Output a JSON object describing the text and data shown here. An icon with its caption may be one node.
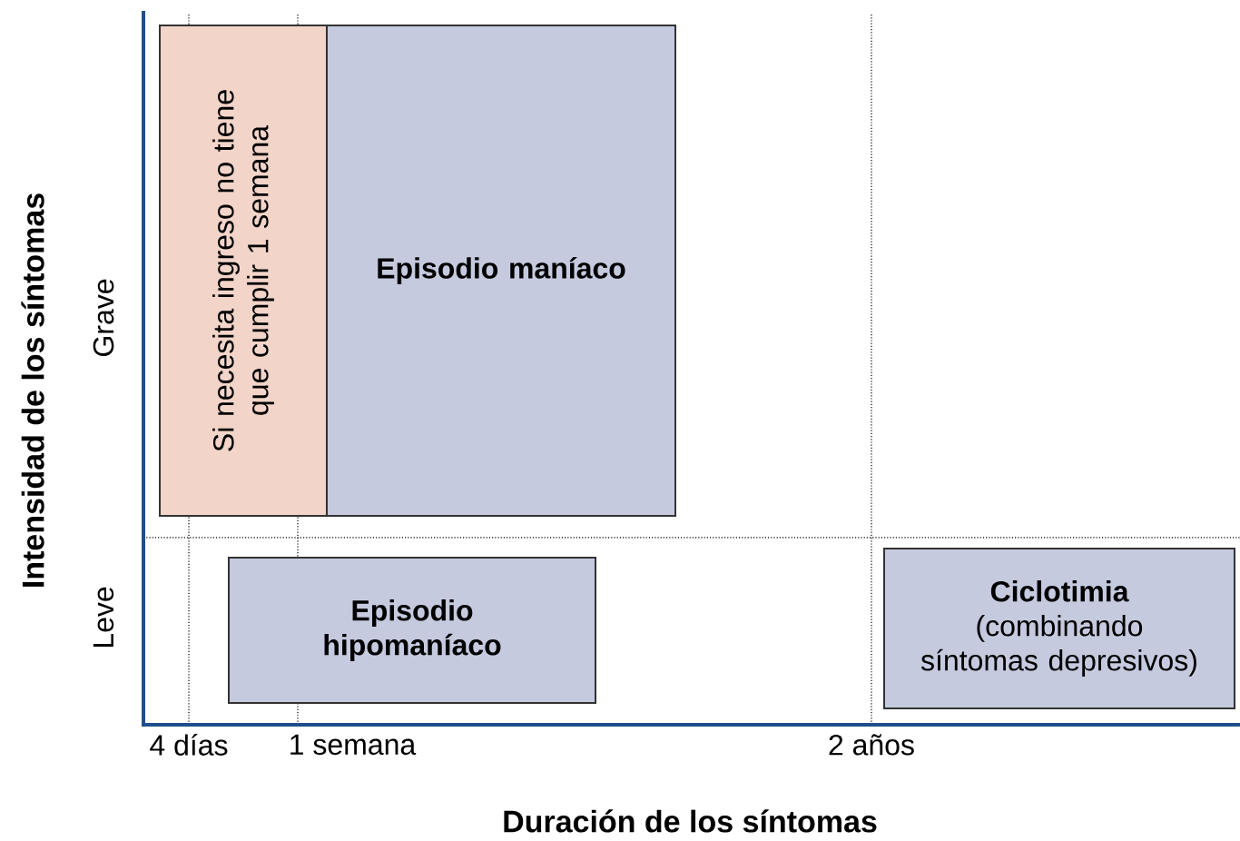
{
  "diagram": {
    "nodes": [
      {
        "text": [
          "Si necesita ingreso no tiene que cumplir 1 semana"
        ]
      },
      {
        "text": [
          "Episodio maníaco"
        ]
      },
      {
        "text": [
          "Episodio hipomaníaco"
        ]
      },
      {
        "text": [
          "Ciclotimia",
          "(combinando síntomas depresivos)"
        ]
      }
    ],
    "edges": [],
    "labels": [
      "Intensidad de los síntomas",
      "Grave",
      "Leve",
      "4 días",
      "1 semana",
      "2 años",
      "Duración de los síntomas"
    ]
  }
}
